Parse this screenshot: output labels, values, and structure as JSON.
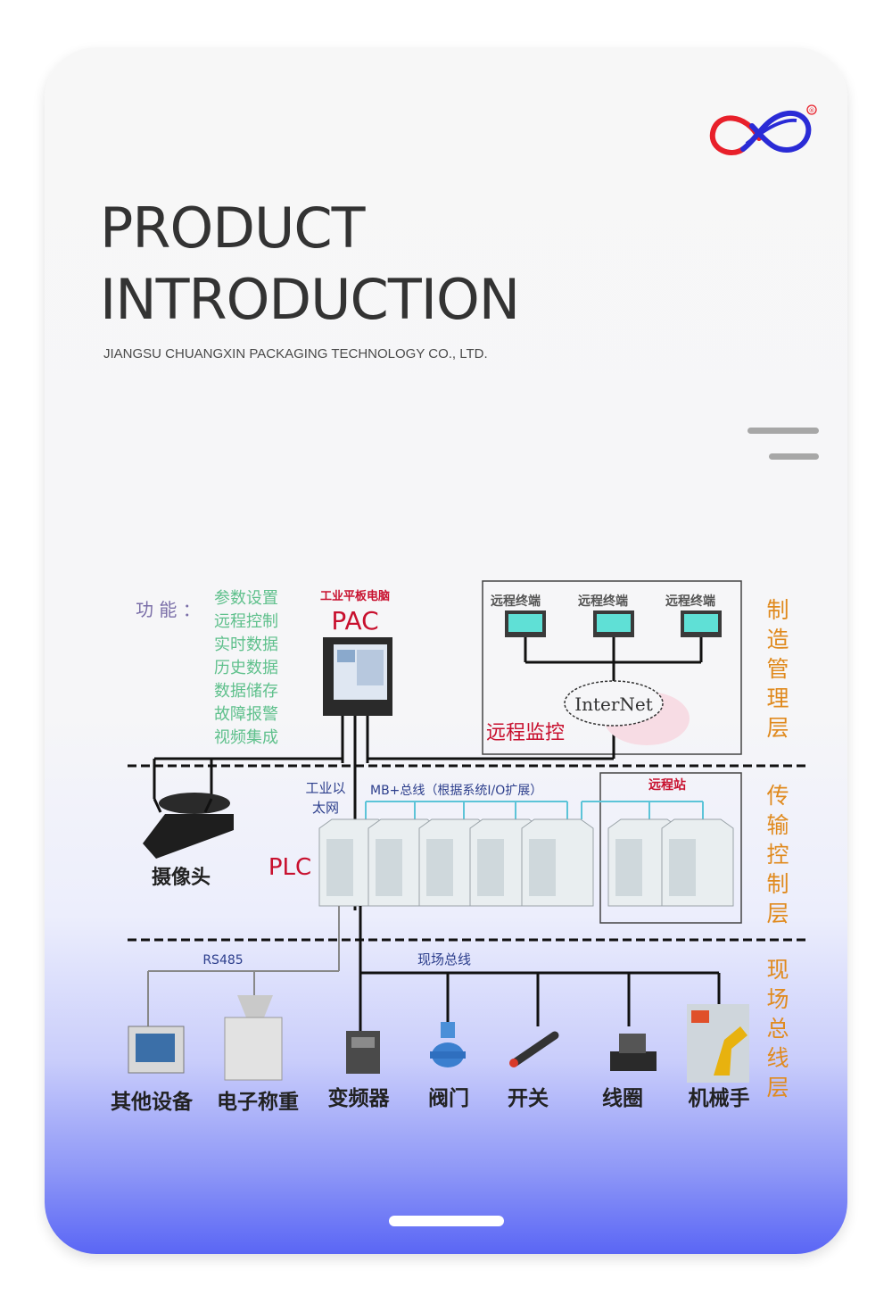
{
  "header": {
    "title_line1": "PRODUCT",
    "title_line2": "INTRODUCTION",
    "subtitle": "JIANGSU CHUANGXIN PACKAGING TECHNOLOGY CO., LTD."
  },
  "logo": {
    "icon": "infinity-logo-icon",
    "registered": "®",
    "colors": [
      "#e8202a",
      "#2a2bd6"
    ]
  },
  "menu": {
    "icon": "menu-lines-icon"
  },
  "diagram": {
    "function_label": "功 能 ：",
    "functions": [
      "参数设置",
      "远程控制",
      "实时数据",
      "历史数据",
      "数据储存",
      "故障报警",
      "视频集成"
    ],
    "pac_caption": "工业平板电脑",
    "pac_label": "PAC",
    "terminals": [
      "远程终端",
      "远程终端",
      "远程终端"
    ],
    "internet": "InterNet",
    "remote_monitor": "远程监控",
    "layers": [
      "制造管理层",
      "传输控制层",
      "现场总线层"
    ],
    "ethernet_label_1": "工业以",
    "ethernet_label_2": "太网",
    "bus_label": "MB+总线（根据系统I/O扩展）",
    "remote_station": "远程站",
    "camera": "摄像头",
    "plc": "PLC",
    "rs485": "RS485",
    "fieldbus": "现场总线",
    "devices": [
      "其他设备",
      "电子称重",
      "变频器",
      "阀门",
      "开关",
      "线圈",
      "机械手"
    ],
    "colors": {
      "function_text": "#5fc08c",
      "function_label": "#7a6ea8",
      "red_text": "#c8102e",
      "layer_text": "#e08a1e",
      "bus_text": "#2c3e8c",
      "module_line": "#5cc4d8"
    }
  }
}
